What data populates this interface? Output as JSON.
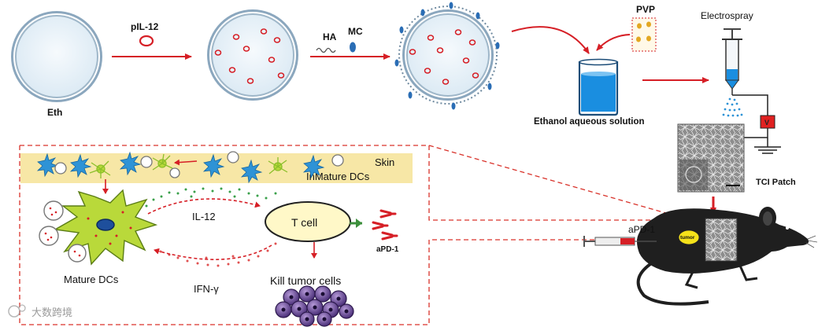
{
  "labels": {
    "eth": "Eth",
    "pil12": "pIL-12",
    "ha": "HA",
    "mc": "MC",
    "pvp": "PVP",
    "electrospray": "Electrospray",
    "ethanol": "Ethanol aqueous solution",
    "tci_patch": "TCI Patch",
    "apd1_syringe": "aPD-1",
    "tumor": "tumor",
    "skin": "Skin",
    "immature_dcs": "InMature DCs",
    "il12": "IL-12",
    "tcell": "T cell",
    "apd1_antibody": "aPD-1",
    "mature_dcs": "Mature DCs",
    "ifn": "IFN-γ",
    "kill": "Kill tumor cells",
    "power": "V"
  },
  "watermark": "大数跨境",
  "colors": {
    "red": "#d61f26",
    "dashed_border": "#d9332b",
    "vesicle_fill": "#e7f1f8",
    "vesicle_ring": "#8ba7be",
    "skin_band": "#f7e7a6",
    "dc_cell": "#b9d93a",
    "tcell": "#fff8c8",
    "tumor_cells": "#5e3f8f",
    "blue_dc": "#2e93d6",
    "mouse": "#1f1f1f",
    "solution": "#1a8ee0"
  }
}
